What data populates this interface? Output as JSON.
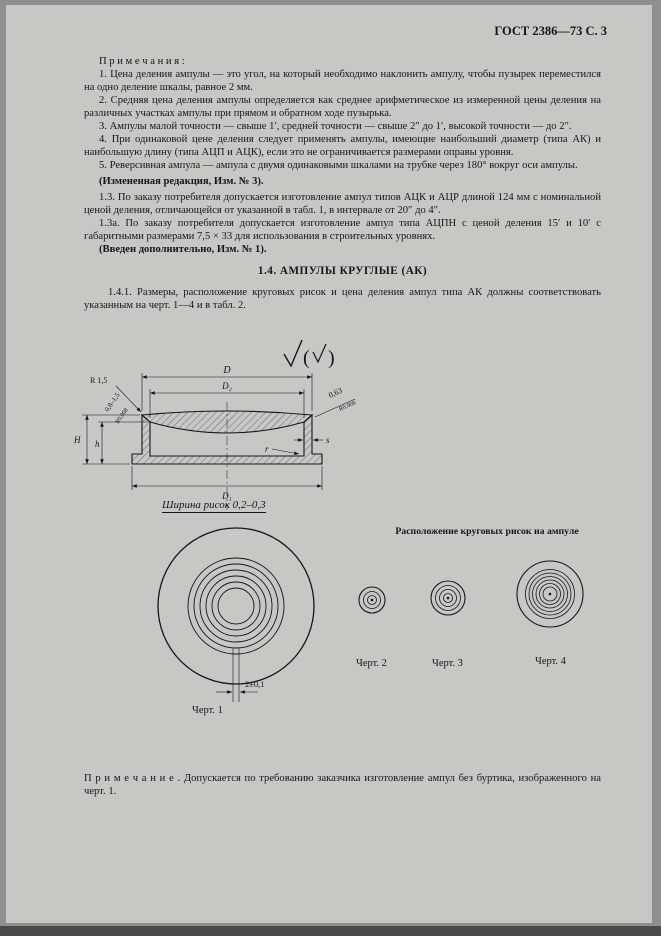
{
  "header": {
    "title": "ГОСТ 2386—73 С. 3"
  },
  "notes": {
    "title": "П р и м е ч а н и я :",
    "items": [
      "1. Цена деления ампулы — это угол, на который необходимо наклонить ампулу, чтобы пузырек переместился на одно деление шкалы, равное 2 мм.",
      "2. Средняя цена деления ампулы определяется как среднее арифметическое из измеренной цены деления на различных участках ампулы при прямом и обратном ходе пузырька.",
      "3. Ампулы малой точности — свыше 1′, средней точности — свыше 2″ до 1′, высокой точности — до 2″.",
      "4. При одинаковой цене деления следует применять ампулы, имеющие наибольший диаметр (типа АК) и наибольшую длину (типа АЦП и АЦК), если это не ограничивается размерами оправы уровня.",
      "5. Реверсивная ампула — ампула с двумя одинаковыми шкалами на трубке через 180° вокруг оси ампулы."
    ],
    "amendment": "(Измененная редакция, Изм. № 3)."
  },
  "paragraphs": {
    "p13": "1.3. По заказу потребителя допускается изготовление ампул типов АЦК и АЦР длиной 124 мм с номинальной ценой деления, отличающейся от указанной в табл. 1, в интервале от 20″ до 4″.",
    "p13a": "1.3а. По заказу потребителя допускается изготовление ампул типа АЦПН с ценой деления 15′ и 10′ с габаритными размерами 7,5 × 33 для использования в строительных уровнях.",
    "introduced": "(Введен дополнительно, Изм. № 1)."
  },
  "section": {
    "title": "1.4. АМПУЛЫ КРУГЛЫЕ (АК)",
    "p141": "1.4.1. Размеры, расположение круговых рисок и цена деления ампул типа АК должны соответствовать указанным на черт. 1—4 и в табл. 2."
  },
  "drawing": {
    "dim_D": "D",
    "dim_D2": "D₂",
    "dim_D1": "D₁",
    "radius_label": "R 1,5",
    "dim_H": "H",
    "dim_h": "h",
    "dim_s": "s",
    "dim_r": "r",
    "left_note1": "0,8–1,5",
    "left_note2": "R0,008",
    "right_note1": "0,63",
    "right_note2": "R0,008",
    "width_note": "Ширина рисок 0,2–0,3",
    "spacing": "2±0,1"
  },
  "figures": {
    "layout_title": "Расположение круговых рисок на ампуле",
    "fig1": "Черт. 1",
    "fig2": "Черт. 2",
    "fig3": "Черт. 3",
    "fig4": "Черт. 4"
  },
  "footer": {
    "note": "П р и м е ч а н и е .  Допускается по требованию заказчика изготовление ампул без буртика, изображенного на черт. 1."
  }
}
